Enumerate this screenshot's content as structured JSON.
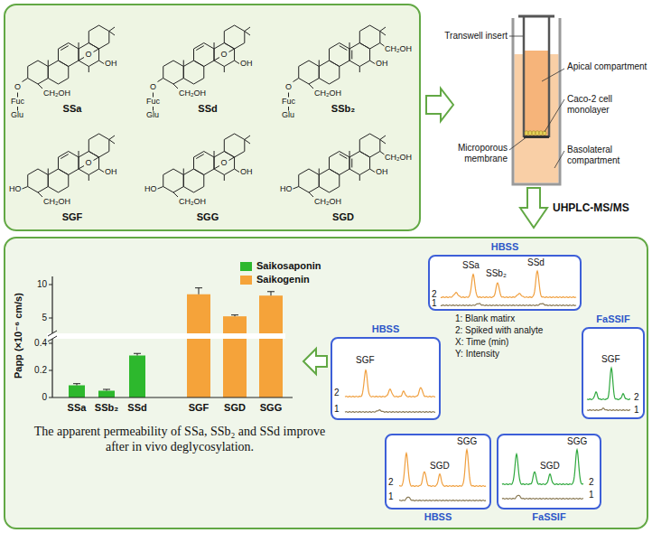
{
  "diagram": {
    "nodes": [
      {
        "text": [
          "SSa",
          "SSd",
          "SSb₂",
          "SGF",
          "SGG",
          "SGD"
        ]
      },
      {
        "text": [
          "The apparent permeability of SSa, SSb₂ and SSd improve after in vivo deglycosylation."
        ]
      },
      {
        "text": [
          "HBSS",
          "SSa",
          "SSb₂",
          "SSd",
          "2",
          "1"
        ],
        "in": 1
      },
      {
        "text": [
          "FaSSIF",
          "SGF",
          "2",
          "1"
        ],
        "in": 1
      },
      {
        "text": [
          "HBSS",
          "SGF",
          "2",
          "1"
        ],
        "in": 1
      },
      {
        "text": [
          "HBSS",
          "SGG",
          "SGD",
          "2",
          "1"
        ],
        "in": 1
      },
      {
        "text": [
          "FaSSIF",
          "SGG",
          "SGD",
          "2",
          "1"
        ],
        "in": 1
      }
    ],
    "labels": [
      "O",
      "Fuc",
      "Glu",
      "CH₂OH",
      "O",
      "OH",
      "O",
      "Fuc",
      "Glu",
      "CH₂OH",
      "O",
      "OH",
      "O",
      "Fuc",
      "Glu",
      "CH₂OH",
      "CH₂OH",
      "OH",
      "HO",
      "CH₂OH",
      "O",
      "OH",
      "HO",
      "CH₂OH",
      "O",
      "OH",
      "HO",
      "CH₂OH",
      "CH₂OH",
      "OH",
      "Transwell insert",
      "Apical compartment",
      "Caco-2 cell monolayer",
      "Microporous membrane",
      "Basolateral compartment",
      "UHPLC-MS/MS",
      "Papp (×10⁻⁶ cm/s)",
      "10",
      "5",
      "0.4",
      "0.2",
      "0",
      "SSa",
      "SSb₂",
      "SSd",
      "SGF",
      "SGD",
      "SGG",
      "1: Blank matirx",
      "2: Spiked with analyte",
      "X: Time (min)",
      "Y: Intensity"
    ],
    "legend": [
      {
        "text": "Saikosaponin",
        "color": "#2db82d"
      },
      {
        "text": "Saikogenin",
        "color": "#f5a33a"
      }
    ]
  }
}
